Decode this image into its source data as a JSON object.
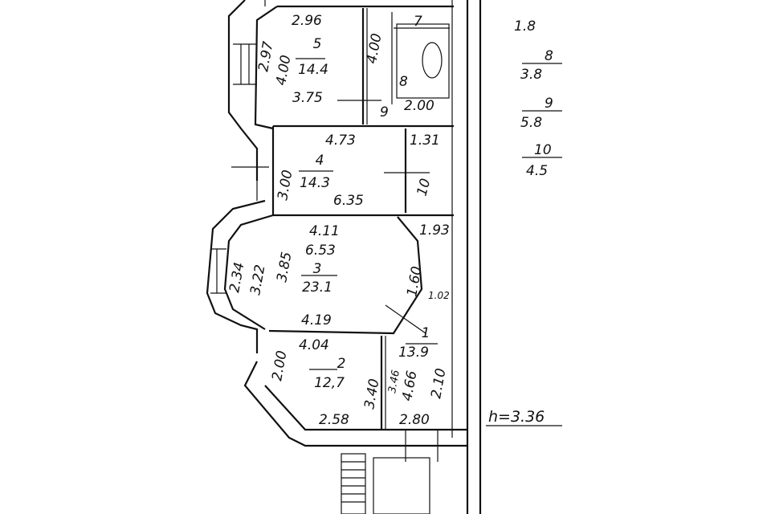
{
  "rooms": [
    {
      "number": "1",
      "area": "13.9"
    },
    {
      "number": "2",
      "area": "12,7"
    },
    {
      "number": "3",
      "area": "23.1"
    },
    {
      "number": "4",
      "area": "14.3"
    },
    {
      "number": "5",
      "area": "14.4"
    },
    {
      "number": "7",
      "area": "1.8"
    },
    {
      "number": "8",
      "area": "3.8"
    },
    {
      "number": "9",
      "area": "5.8"
    },
    {
      "number": "10",
      "area": "4.5"
    }
  ],
  "dimensions": {
    "r5_top": "2.96",
    "r5_side": "2.97",
    "r5_side2": "4.00",
    "r5_bottom": "3.75",
    "r5_right": "4.00",
    "r9_width": "2.00",
    "r4_top": "4.73",
    "r4_side": "3.00",
    "r4_bottom": "6.35",
    "r10_top": "1.31",
    "r3_top": "4.11",
    "r3_width": "6.53",
    "r3_side_a": "2.34",
    "r3_side_b": "3.22",
    "r3_side_c": "3.85",
    "r3_diag": "1.60",
    "r3_diag2": "1.02",
    "r3_corner": "1.93",
    "r3_bottom": "4.19",
    "r2_top": "4.04",
    "r2_side": "2.00",
    "r2_bottom": "2.58",
    "r2_right": "3.40",
    "r1_a": "3.46",
    "r1_b": "4.66",
    "r1_c": "2.10",
    "r1_bottom": "2.80"
  },
  "ceiling_height": "h=3.36"
}
